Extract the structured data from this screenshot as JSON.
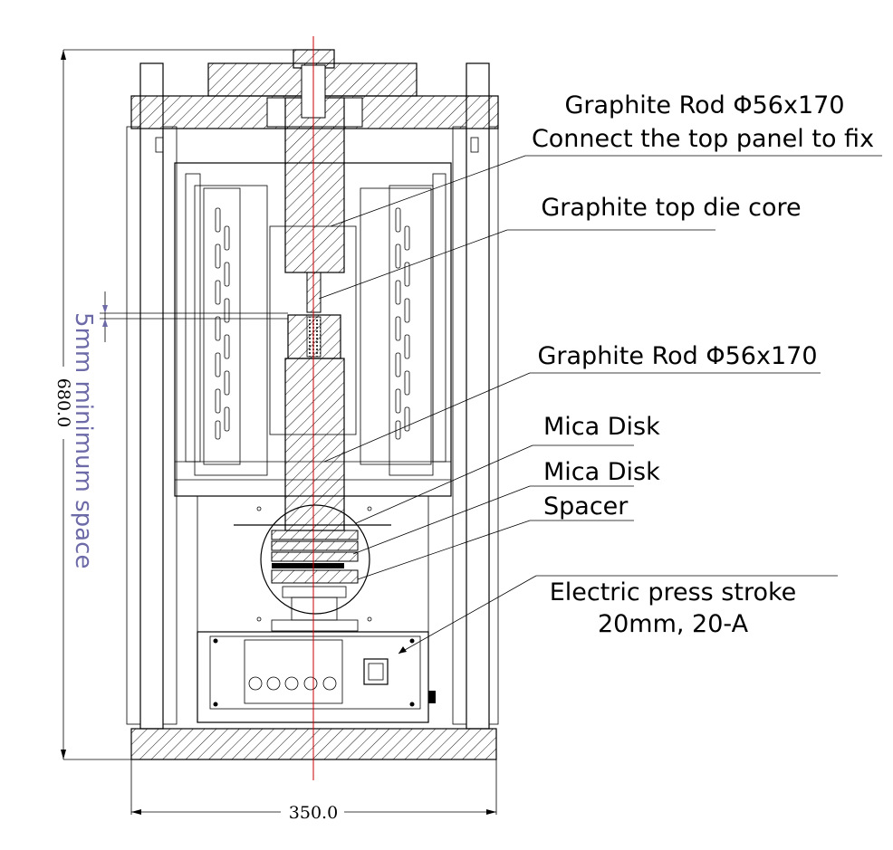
{
  "labels": {
    "rod_top_line1": "Graphite Rod Φ56x170",
    "rod_top_line2": "Connect the top panel to fix",
    "top_die_core": "Graphite top die core",
    "rod_bottom": "Graphite Rod Φ56x170",
    "mica_disk_1": "Mica Disk",
    "mica_disk_2": "Mica Disk",
    "spacer": "Spacer",
    "press_line1": "Electric press stroke",
    "press_line2": "20mm, 20-A"
  },
  "dimensions": {
    "height": "680.0",
    "width": "350.0",
    "min_space": "5mm minimum space"
  },
  "colors": {
    "centerline": "#cc0000",
    "annotation": "#6d6aa8",
    "ink": "#000000"
  }
}
